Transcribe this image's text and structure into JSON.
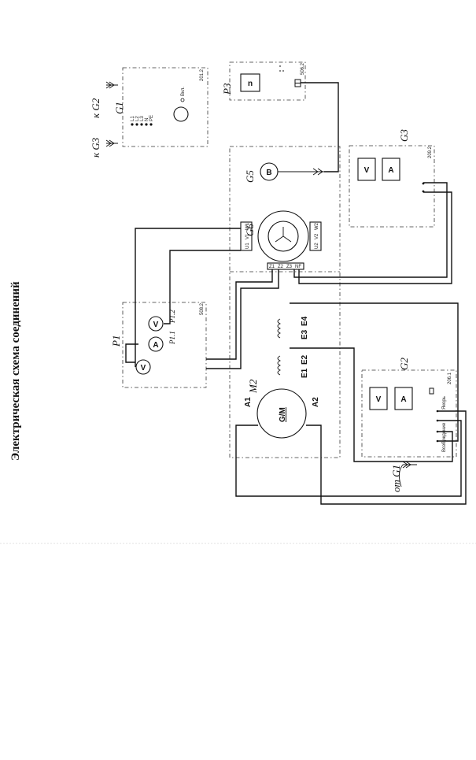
{
  "title": "Электрическая схема соединений",
  "blocks": {
    "g1": {
      "name": "G1",
      "code": "201.2",
      "terminals": [
        "L1",
        "L2",
        "L3",
        "N",
        "PE"
      ],
      "switch": "Вкл."
    },
    "p3": {
      "name": "P3",
      "code": "506.2",
      "display": "n"
    },
    "g5": {
      "name": "G5",
      "symbol": "B"
    },
    "g6": {
      "name": "G6",
      "terminals_top": [
        "U1",
        "V1",
        "W1"
      ],
      "terminals_bottom": [
        "U2",
        "V2",
        "W2"
      ],
      "bottom_labels": [
        "Z1",
        "Z2",
        "Z3",
        "NF"
      ]
    },
    "g3": {
      "name": "G3",
      "code": "209.2",
      "meters": [
        "V",
        "A"
      ]
    },
    "p1": {
      "name": "P1",
      "code": "508.2",
      "meters": [
        "V",
        "A",
        "V"
      ],
      "sub_labels": [
        "P1.1",
        "P1.2"
      ]
    },
    "m2": {
      "name": "M2",
      "symbol": "G/M",
      "terminals": [
        "A1",
        "A2"
      ],
      "excitation": [
        "E1",
        "E2",
        "E3",
        "E4"
      ]
    },
    "g2": {
      "name": "G2",
      "code": "206.1",
      "meters": [
        "V",
        "A"
      ],
      "side_labels": [
        "Возбуждение",
        "Якорь"
      ]
    }
  },
  "connectors": {
    "to_g2": "к G2",
    "to_g3": "к G3",
    "from_g1": "от G1"
  }
}
